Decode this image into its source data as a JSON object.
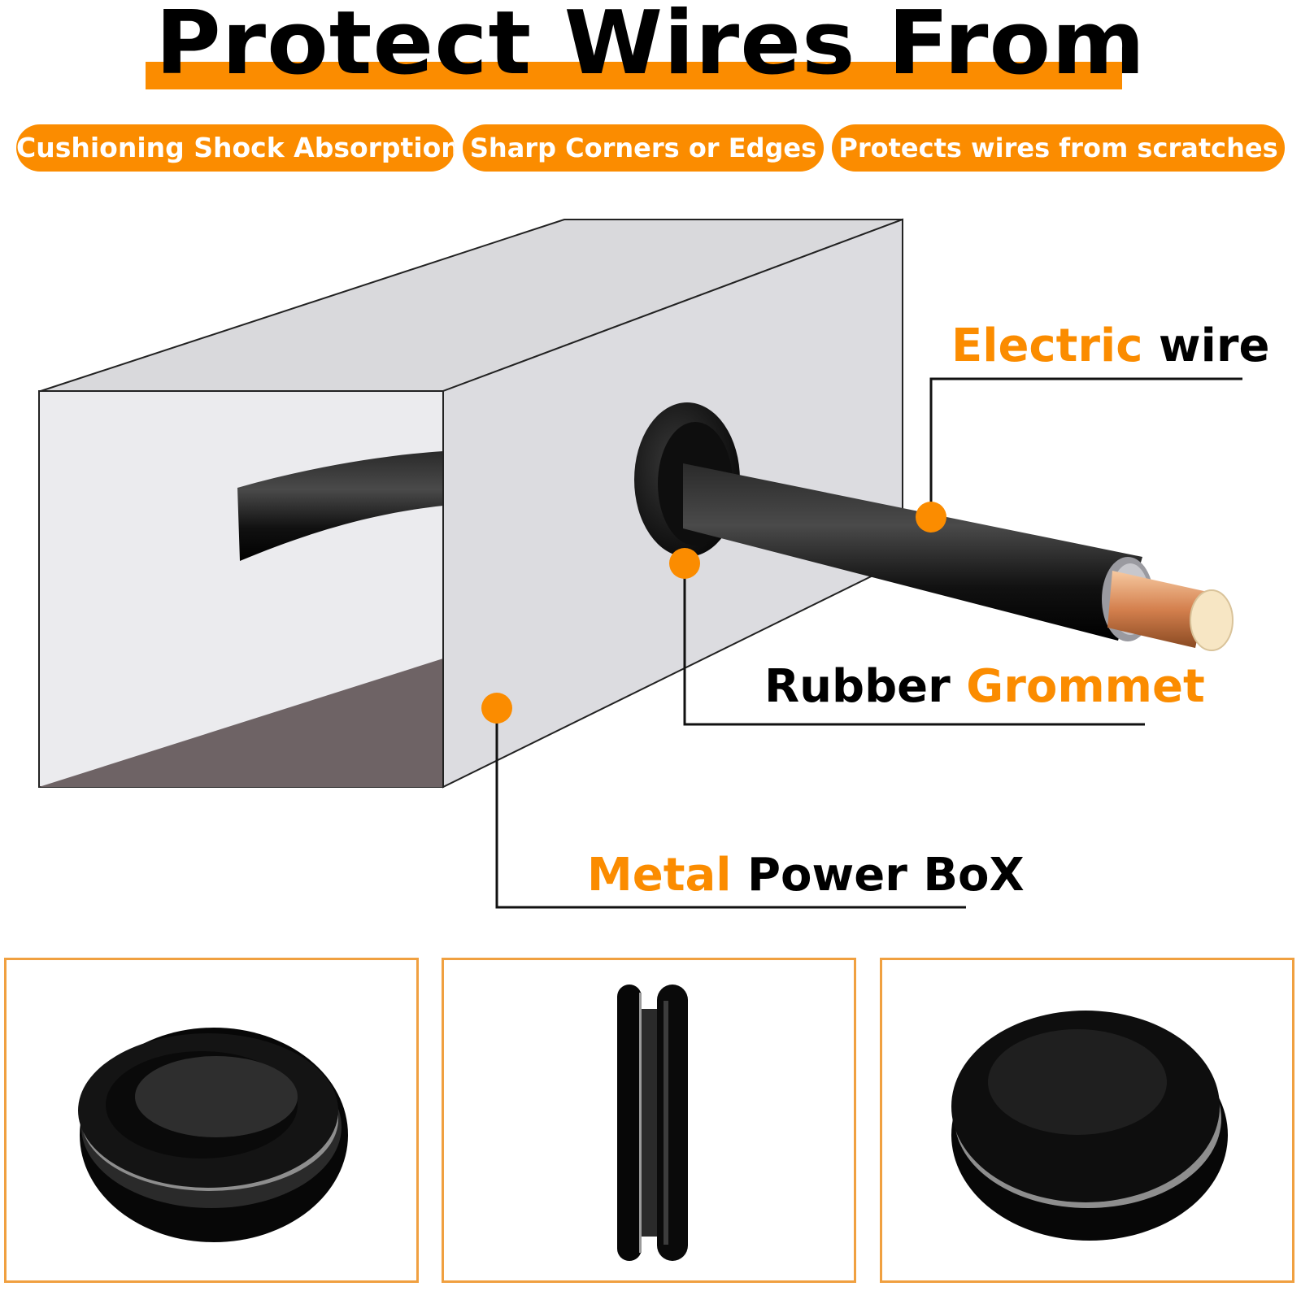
{
  "title": "Protect Wires From",
  "features": [
    "Cushioning Shock Absorption",
    "Sharp Corners or Edges",
    "Protects wires from scratches"
  ],
  "callouts": {
    "wire": {
      "accent": "Electric",
      "text": "wire"
    },
    "grommet": {
      "text": "Rubber",
      "accent": "Grommet"
    },
    "box": {
      "accent": "Metal",
      "text": "Power BoX"
    }
  },
  "colors": {
    "accent": "#fb8c00",
    "panel_border": "#f0a040"
  },
  "icons": [
    "grommet-top-view-icon",
    "grommet-side-view-icon",
    "grommet-blind-plug-icon"
  ]
}
